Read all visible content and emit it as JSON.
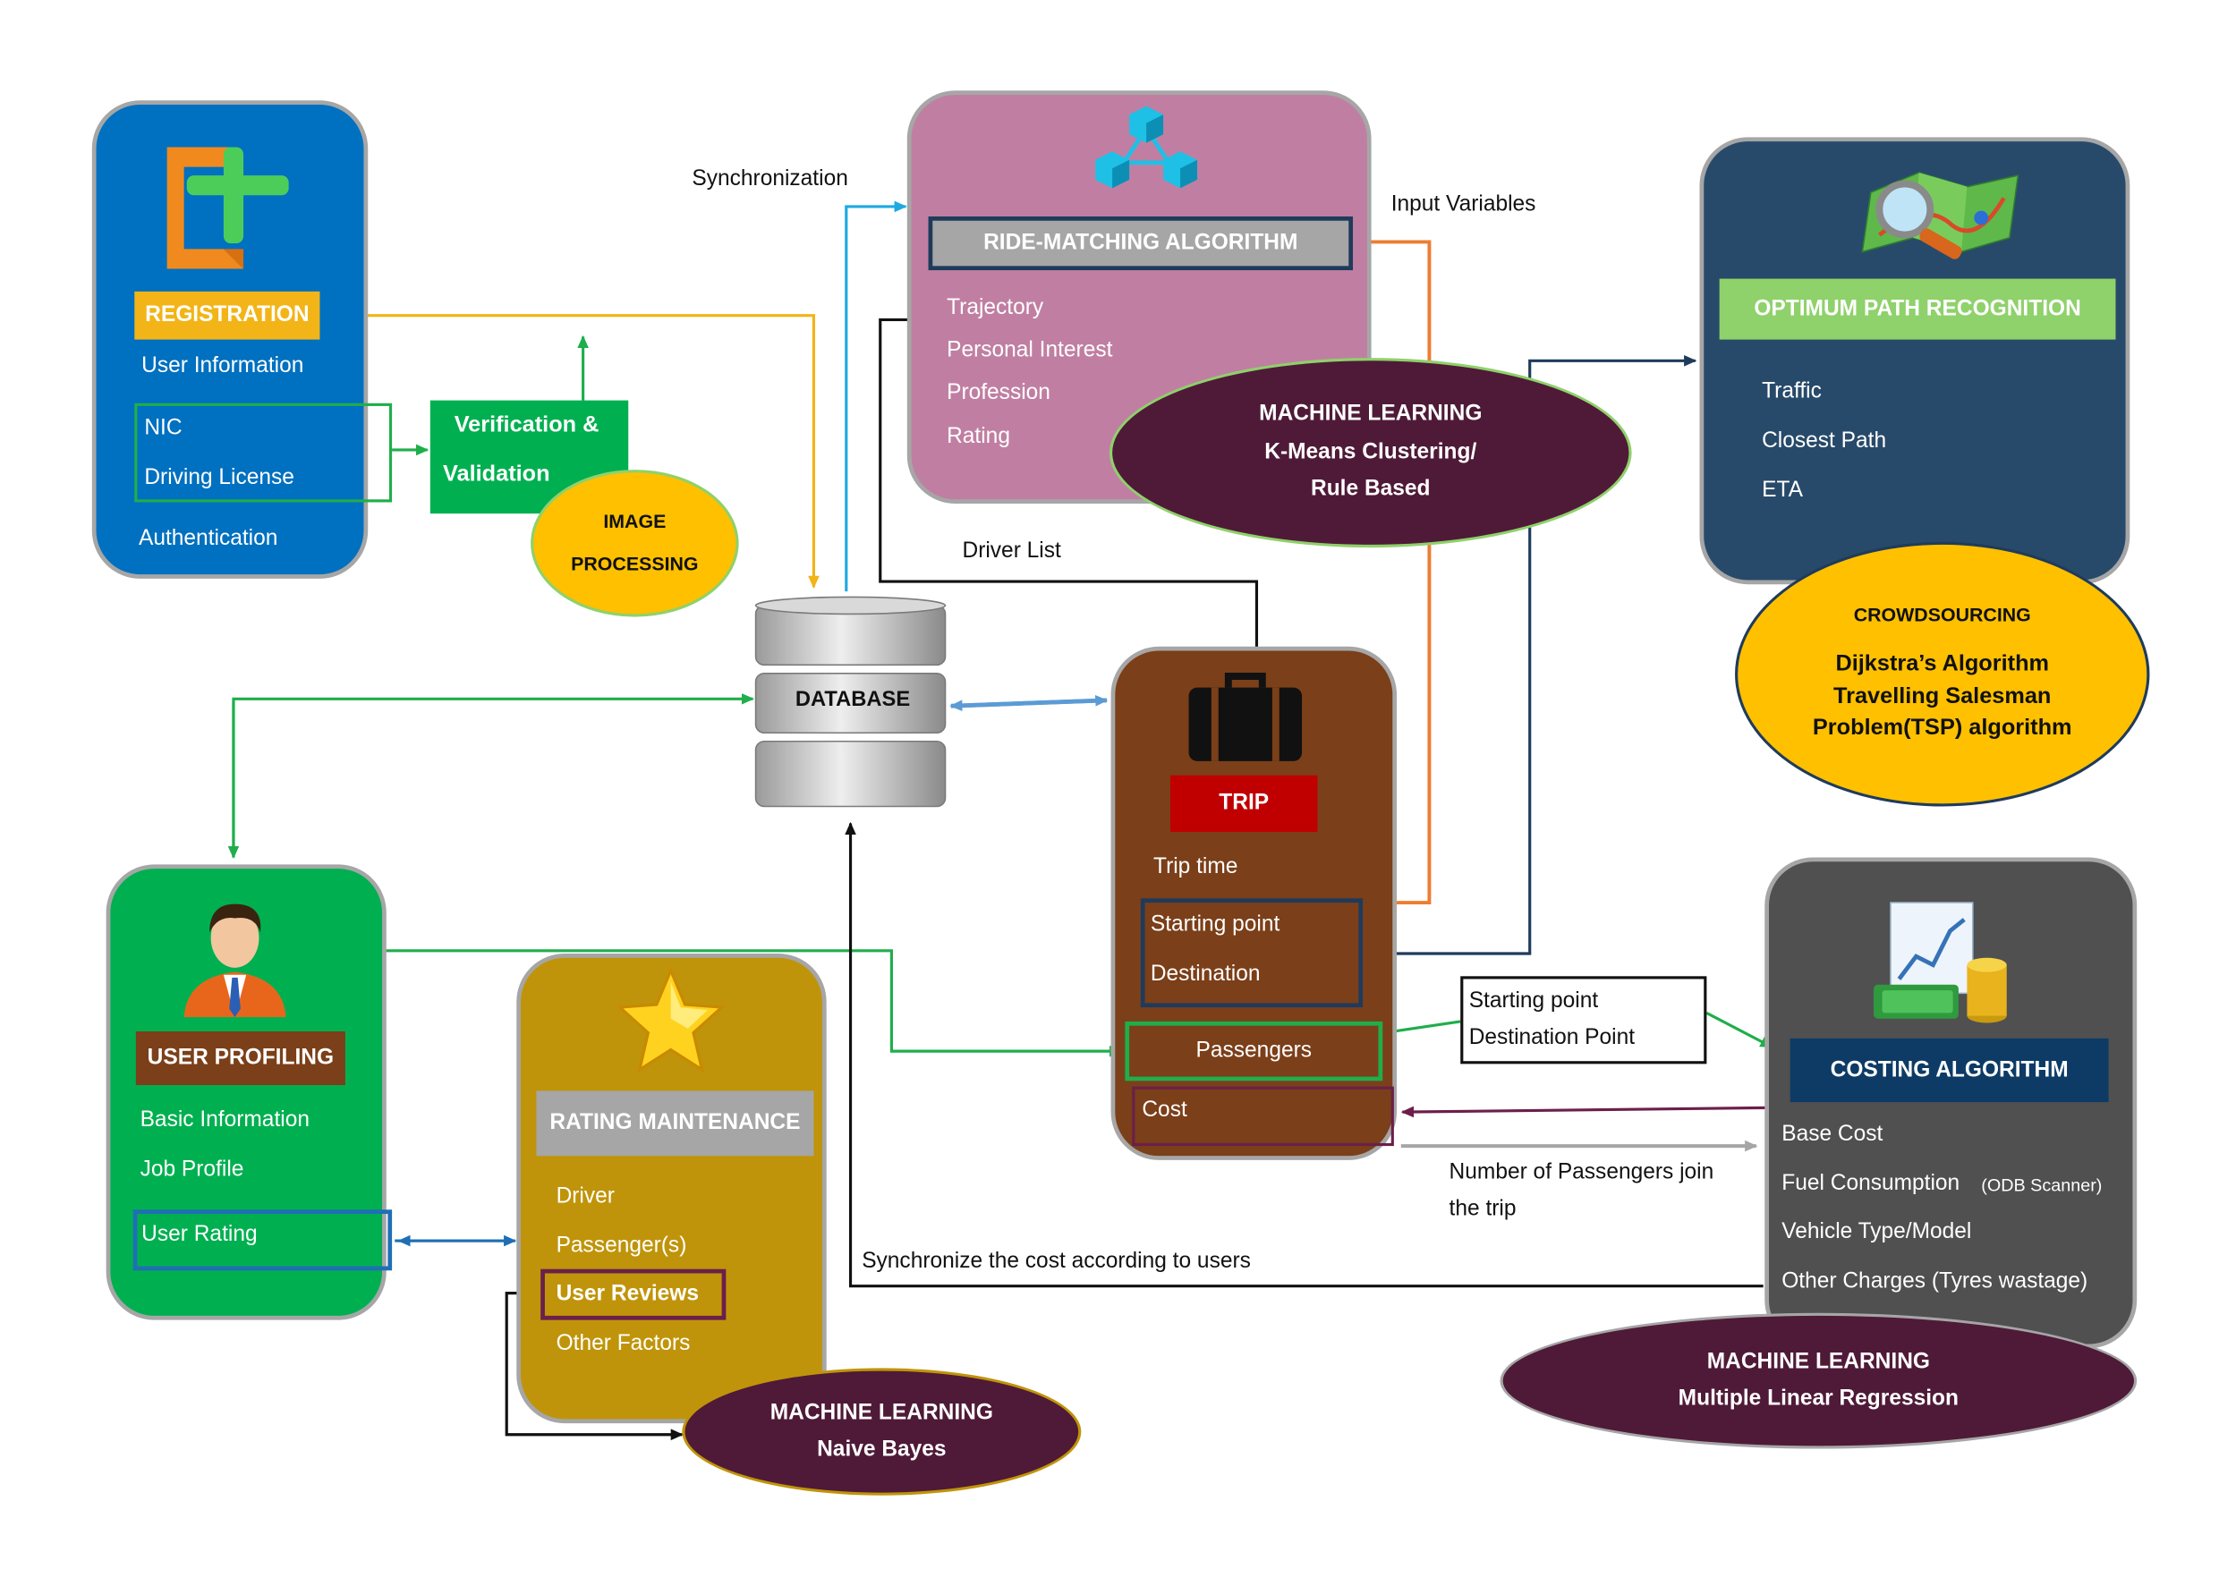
{
  "colors": {
    "registration_panel": "#0070c0",
    "ride_matching_panel": "#c07fa2",
    "optimum_path_panel": "#284a6a",
    "user_profiling_panel": "#00b050",
    "rating_panel": "#c0940a",
    "trip_panel": "#7b3f19",
    "costing_panel": "#505050",
    "ml_oval": "#4f1a37",
    "yellow_oval": "#ffc000"
  },
  "registration": {
    "title": "REGISTRATION",
    "items": [
      "User Information",
      "NIC",
      "Driving License",
      "Authentication"
    ]
  },
  "verification": {
    "line1": "Verification &",
    "line2": "Validation"
  },
  "image_processing": {
    "line1": "IMAGE",
    "line2": "PROCESSING"
  },
  "database": {
    "label": "DATABASE"
  },
  "ride_matching": {
    "title": "RIDE-MATCHING ALGORITHM",
    "items": [
      "Trajectory",
      "Personal Interest",
      "Profession",
      "Rating"
    ]
  },
  "ml_kmeans": {
    "line1": "MACHINE LEARNING",
    "line2": "K-Means Clustering/",
    "line3": "Rule Based"
  },
  "optimum_path": {
    "title": "OPTIMUM PATH RECOGNITION",
    "items": [
      "Traffic",
      "Closest Path",
      "ETA"
    ]
  },
  "crowdsourcing": {
    "title": "CROWDSOURCING",
    "line1": "Dijkstra’s  Algorithm",
    "line2": "Travelling Salesman",
    "line3": "Problem(TSP)  algorithm"
  },
  "trip": {
    "title": "TRIP",
    "items": [
      "Trip time",
      "Starting point",
      "Destination",
      "Passengers",
      "Cost"
    ]
  },
  "user_profiling": {
    "title": "USER PROFILING",
    "items": [
      "Basic Information",
      "Job Profile",
      "User Rating"
    ]
  },
  "rating": {
    "title": "RATING MAINTENANCE",
    "items": [
      "Driver",
      "Passenger(s)",
      "User Reviews",
      "Other Factors"
    ]
  },
  "ml_naive": {
    "line1": "MACHINE LEARNING",
    "line2": "Naive Bayes"
  },
  "costing": {
    "title": "COSTING ALGORITHM",
    "items": [
      "Base Cost",
      "Fuel Consumption",
      "(ODB Scanner)",
      "Vehicle Type/Model",
      "Other Charges (Tyres wastage)"
    ]
  },
  "ml_regression": {
    "line1": "MACHINE LEARNING",
    "line2": "Multiple Linear Regression"
  },
  "labels": {
    "synchronization": "Synchronization",
    "input_variables": "Input Variables",
    "driver_list": "Driver List",
    "start_dest_1": "Starting point",
    "start_dest_2": "Destination Point",
    "num_passengers_1": "Number of Passengers join",
    "num_passengers_2": "the trip",
    "sync_cost": "Synchronize the cost according to users"
  }
}
